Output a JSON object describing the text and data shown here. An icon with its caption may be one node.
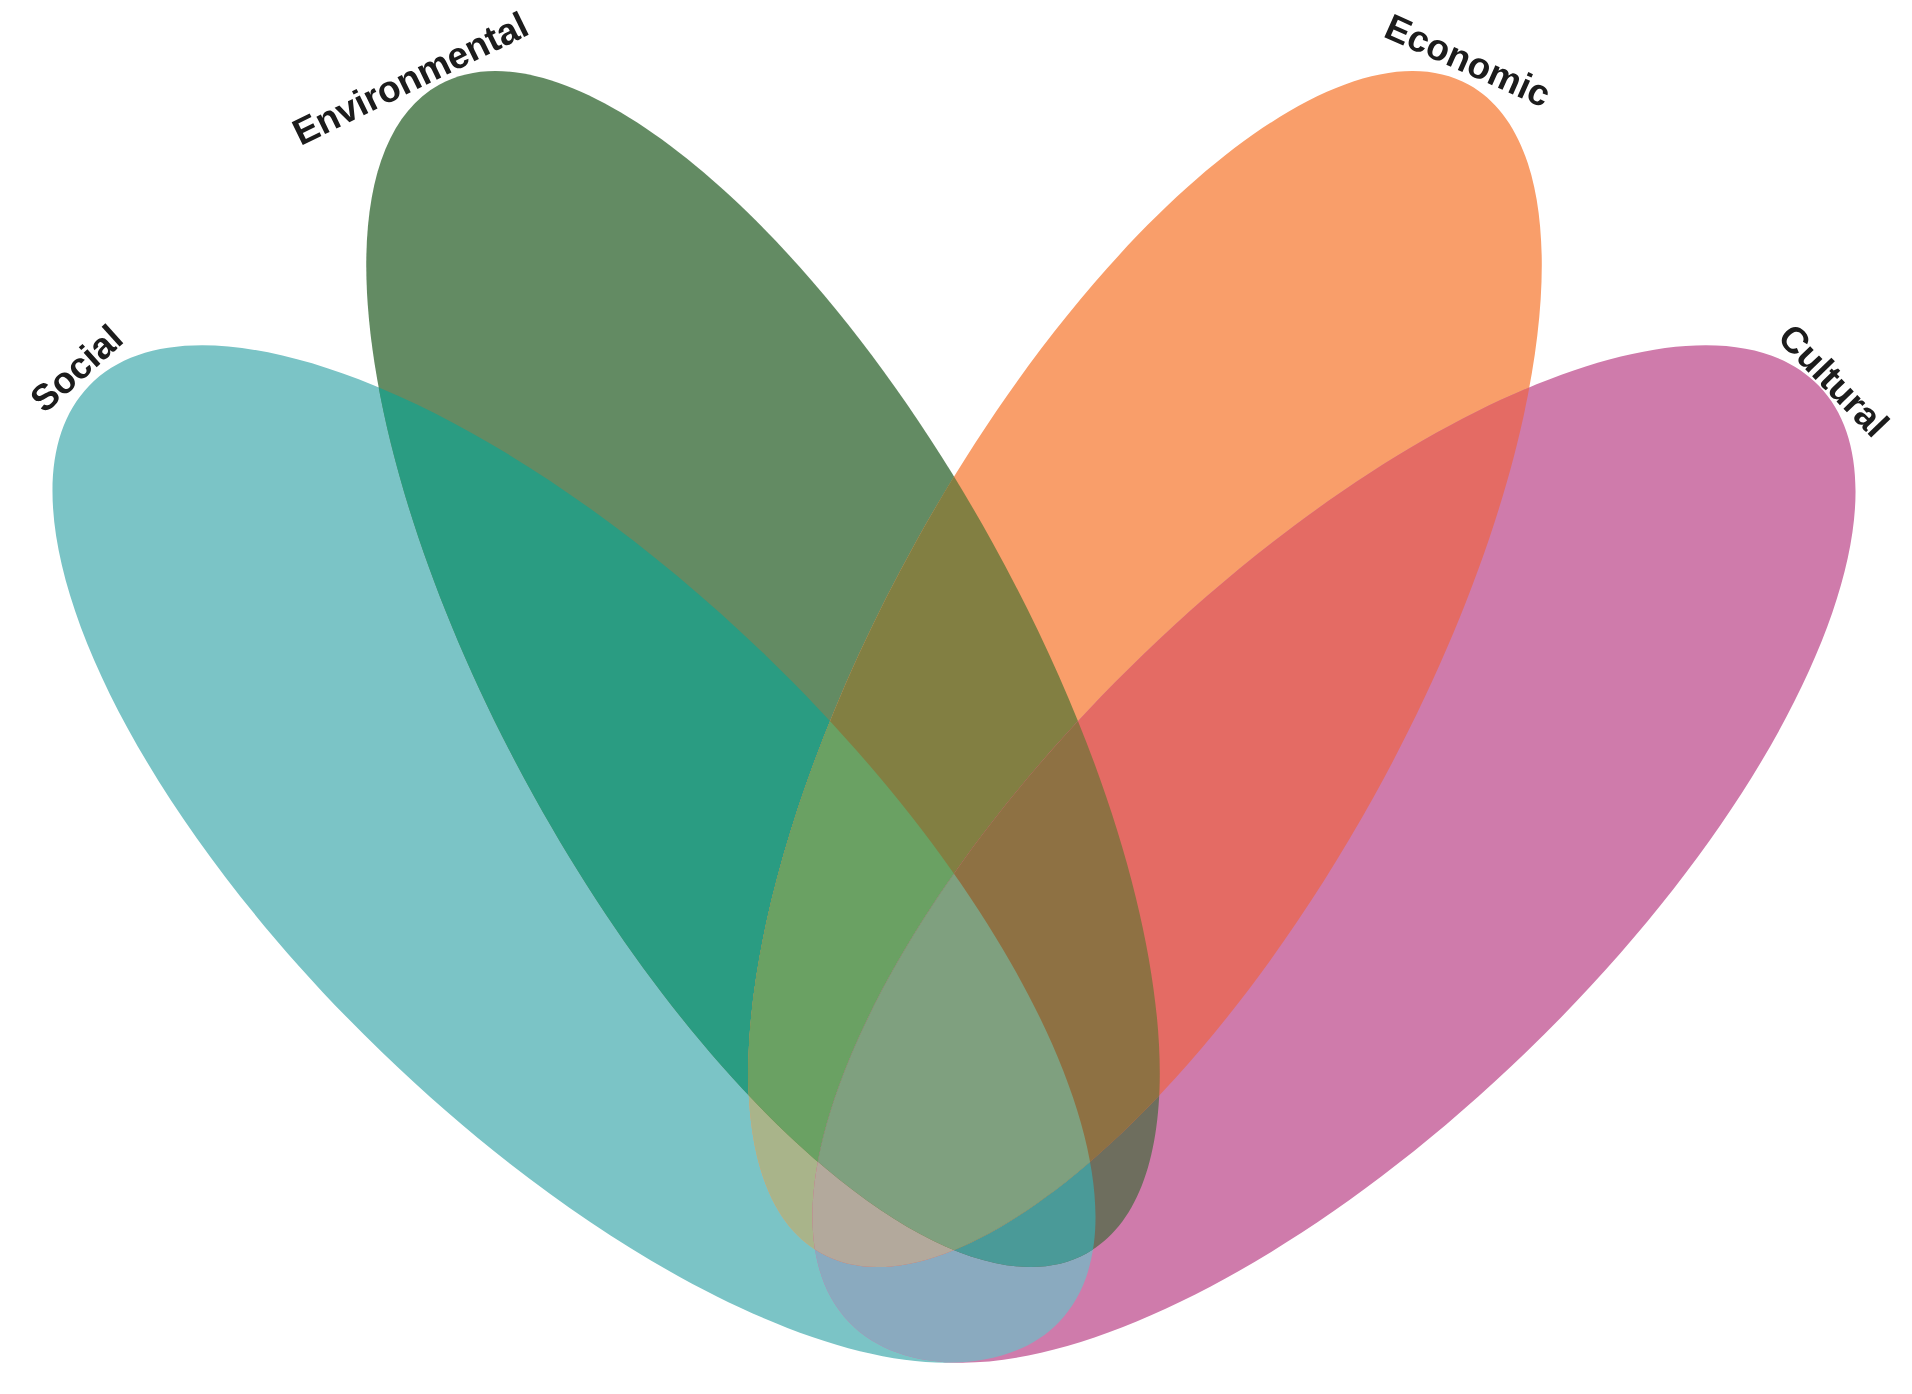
{
  "diagram": {
    "nodes": [
      {
        "text": [
          "Social"
        ]
      },
      {
        "text": [
          "Environmental"
        ]
      },
      {
        "text": [
          "Economic"
        ]
      },
      {
        "text": [
          "Cultural"
        ]
      }
    ]
  }
}
